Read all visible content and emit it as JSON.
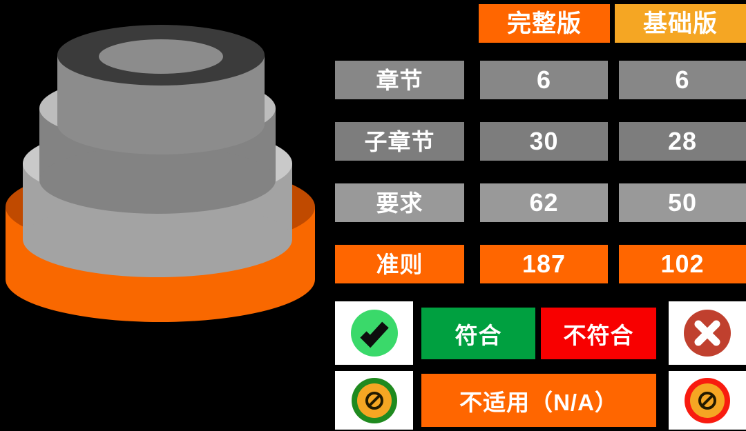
{
  "graphic": {
    "name": "tiered-layers-3d",
    "description": "stacked tier cylinder graphic",
    "tiers": [
      {
        "name": "tier-top",
        "top_color": "#3b3b3b",
        "side_color": "#8c8c8c",
        "inner_color": "#8c8c8c"
      },
      {
        "name": "tier-second",
        "top_color": "#bdbdbd",
        "side_color": "#838383"
      },
      {
        "name": "tier-third",
        "top_color": "#c9c9c9",
        "side_color": "#a3a3a3"
      },
      {
        "name": "tier-base",
        "top_color": "#c04a00",
        "side_color": "#f96800"
      }
    ]
  },
  "table": {
    "header": {
      "label": "",
      "col_full": "完整版",
      "col_basic": "基础版",
      "col_full_color": "#ff6600",
      "col_basic_color": "#f5a623"
    },
    "rows": [
      {
        "label": "章节",
        "full": "6",
        "basic": "6",
        "style": "gray"
      },
      {
        "label": "子章节",
        "full": "30",
        "basic": "28",
        "style": "gray2"
      },
      {
        "label": "要求",
        "full": "62",
        "basic": "50",
        "style": "gray3"
      },
      {
        "label": "准则",
        "full": "187",
        "basic": "102",
        "style": "orange"
      }
    ]
  },
  "legend": {
    "row1": {
      "left_icon": "green-check-circle-icon",
      "pass_label": "符合",
      "pass_color": "#00a040",
      "fail_label": "不符合",
      "fail_color": "#f80000",
      "right_icon": "red-cross-circle-icon"
    },
    "row2": {
      "left_icon": "green-ring-prohibited-icon",
      "na_label": "不适用（N/A）",
      "na_color": "#ff6600",
      "right_icon": "red-ring-prohibited-icon"
    }
  },
  "colors": {
    "background": "#000000",
    "gray": "#878787",
    "orange": "#ff6600",
    "amber": "#f5a623",
    "green": "#00a040",
    "red": "#f80000"
  }
}
